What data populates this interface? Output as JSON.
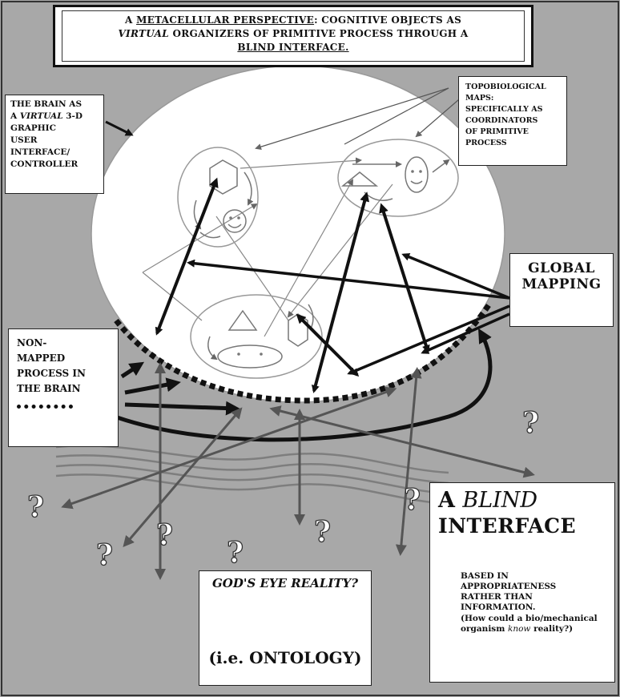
{
  "title": {
    "line1_prefix": "A",
    "line1_underlined": "METACELLULAR PERSPECTIVE",
    "line1_suffix": ": COGNITIVE OBJECTS AS",
    "line2_italic": "VIRTUAL",
    "line2_rest": "ORGANIZERS OF PRIMITIVE PROCESS THROUGH A",
    "line3_underlined": "BLIND INTERFACE."
  },
  "brain_label": {
    "line1": "THE BRAIN AS",
    "line2_prefix": "A",
    "line2_italic": "VIRTUAL",
    "line2_suffix": "3-D",
    "line3": "GRAPHIC",
    "line4": "USER",
    "line5": "INTERFACE/",
    "line6": "CONTROLLER"
  },
  "topo_label": {
    "lines": [
      "TOPOBIOLOGICAL",
      "MAPS:",
      "SPECIFICALLY AS",
      "COORDINATORS",
      "OF PRIMITIVE",
      "PROCESS"
    ]
  },
  "global_label": {
    "line1": "GLOBAL",
    "line2": "MAPPING"
  },
  "nonmapped_label": {
    "line1": "NON-",
    "line2": "MAPPED",
    "line3": "PROCESS IN",
    "line4": "THE BRAIN"
  },
  "blind_label": {
    "prefix": "A",
    "italic": "BLIND",
    "line2": "INTERFACE",
    "desc_lines": [
      "BASED IN",
      "APPROPRIATENESS",
      "RATHER THAN",
      "INFORMATION."
    ],
    "paren_prefix": "(How could a bio/mechanical organism",
    "paren_italic": "know",
    "paren_suffix": "reality?)"
  },
  "god_label": {
    "question": "GOD'S EYE REALITY?",
    "ontology": "(i.e. ONTOLOGY)"
  },
  "question_marks": [
    "?",
    "?",
    "?",
    "?",
    "?",
    "?",
    "?"
  ],
  "colors": {
    "background": "#a8a8a8",
    "brain_fill": "#ffffff",
    "arrow_dark": "#111111",
    "arrow_gray": "#555555"
  }
}
